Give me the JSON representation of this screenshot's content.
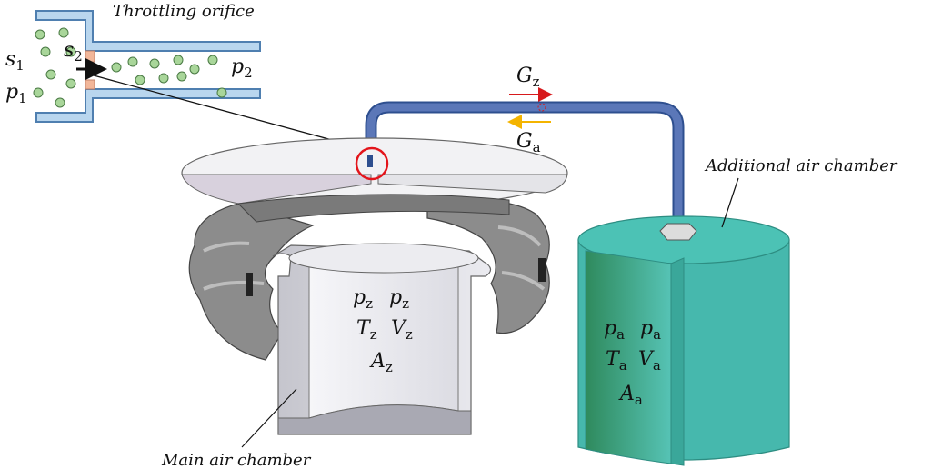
{
  "labels": {
    "throttling_orifice": "Throttling orifice",
    "additional_air_chamber": "Additional air chamber",
    "main_air_chamber": "Main air chamber",
    "s": "s",
    "p": "p",
    "T": "T",
    "V": "V",
    "A": "A",
    "G": "G",
    "sub_1": "1",
    "sub_2": "2",
    "sub_z": "z",
    "sub_a": "a"
  },
  "colors": {
    "pipe": "#5b77b8",
    "orifice_pipe_stroke": "#4f7fb0",
    "orifice_pipe_fill": "#b9d6ee",
    "particle": "#a9d69a",
    "additional_chamber": "#46b8ad",
    "main_chamber_wall": "#b5b5bd",
    "bellows": "#8a8a8a",
    "arrow_gz": "#d7191c",
    "arrow_ga": "#f4b400",
    "highlight_circle": "#e3151b"
  }
}
